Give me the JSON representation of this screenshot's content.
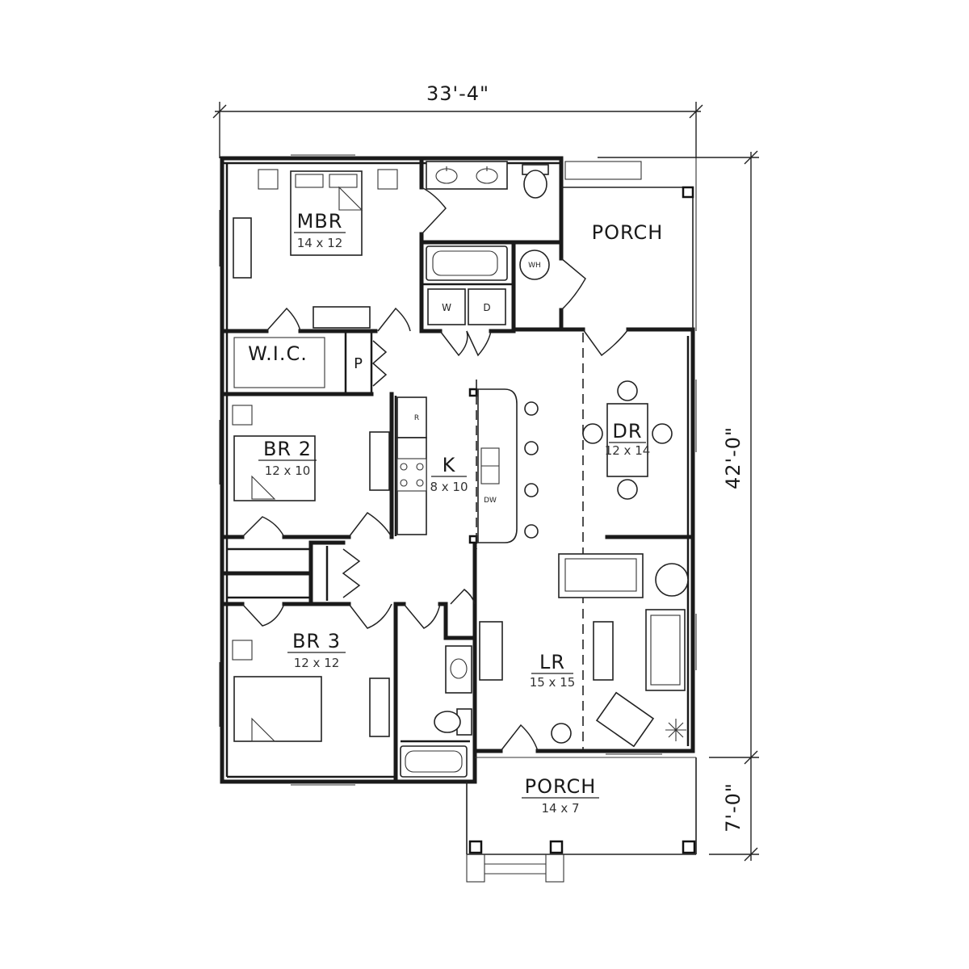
{
  "dimensions": {
    "width": "33'-4\"",
    "depth": "42'-0\"",
    "porch_depth": "7'-0\""
  },
  "rooms": {
    "mbr": {
      "name": "MBR",
      "size": "14 x 12"
    },
    "wic": {
      "name": "W.I.C."
    },
    "pantry": {
      "name": "P"
    },
    "br2": {
      "name": "BR 2",
      "size": "12 x 10"
    },
    "br3": {
      "name": "BR 3",
      "size": "12 x 12"
    },
    "kitchen": {
      "name": "K",
      "size": "8 x 10"
    },
    "dining": {
      "name": "DR",
      "size": "12 x 14"
    },
    "living": {
      "name": "LR",
      "size": "15 x 15"
    },
    "side_porch": {
      "name": "PORCH"
    },
    "front_porch": {
      "name": "PORCH",
      "size": "14 x 7"
    }
  },
  "fixture_labels": {
    "water_heater": "WH",
    "washer": "W",
    "dryer": "D",
    "refrigerator": "R",
    "dishwasher": "DW"
  }
}
